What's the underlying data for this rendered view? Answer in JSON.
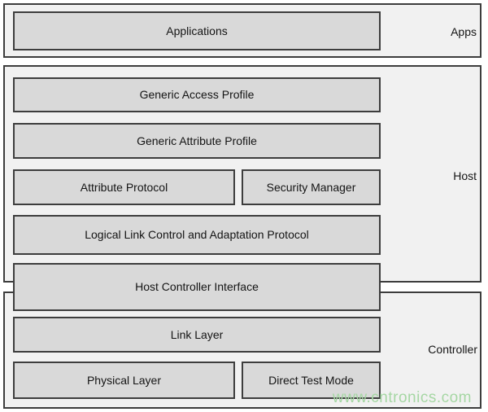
{
  "colors": {
    "border": "#3d3d3d",
    "section_fill": "#f1f1f1",
    "box_fill": "#d9d9d9",
    "text": "#141414",
    "watermark": "#a6d7a4"
  },
  "sections": {
    "apps": {
      "label": "Apps"
    },
    "host": {
      "label": "Host"
    },
    "controller": {
      "label": "Controller"
    }
  },
  "boxes": {
    "applications": "Applications",
    "generic_access_profile": "Generic Access Profile",
    "generic_attribute_profile": "Generic Attribute Profile",
    "attribute_protocol": "Attribute Protocol",
    "security_manager": "Security Manager",
    "l2cap": "Logical Link Control and Adaptation Protocol",
    "hci": "Host Controller Interface",
    "link_layer": "Link Layer",
    "physical_layer": "Physical Layer",
    "direct_test_mode": "Direct Test Mode"
  },
  "watermark": "www.cntronics.com"
}
